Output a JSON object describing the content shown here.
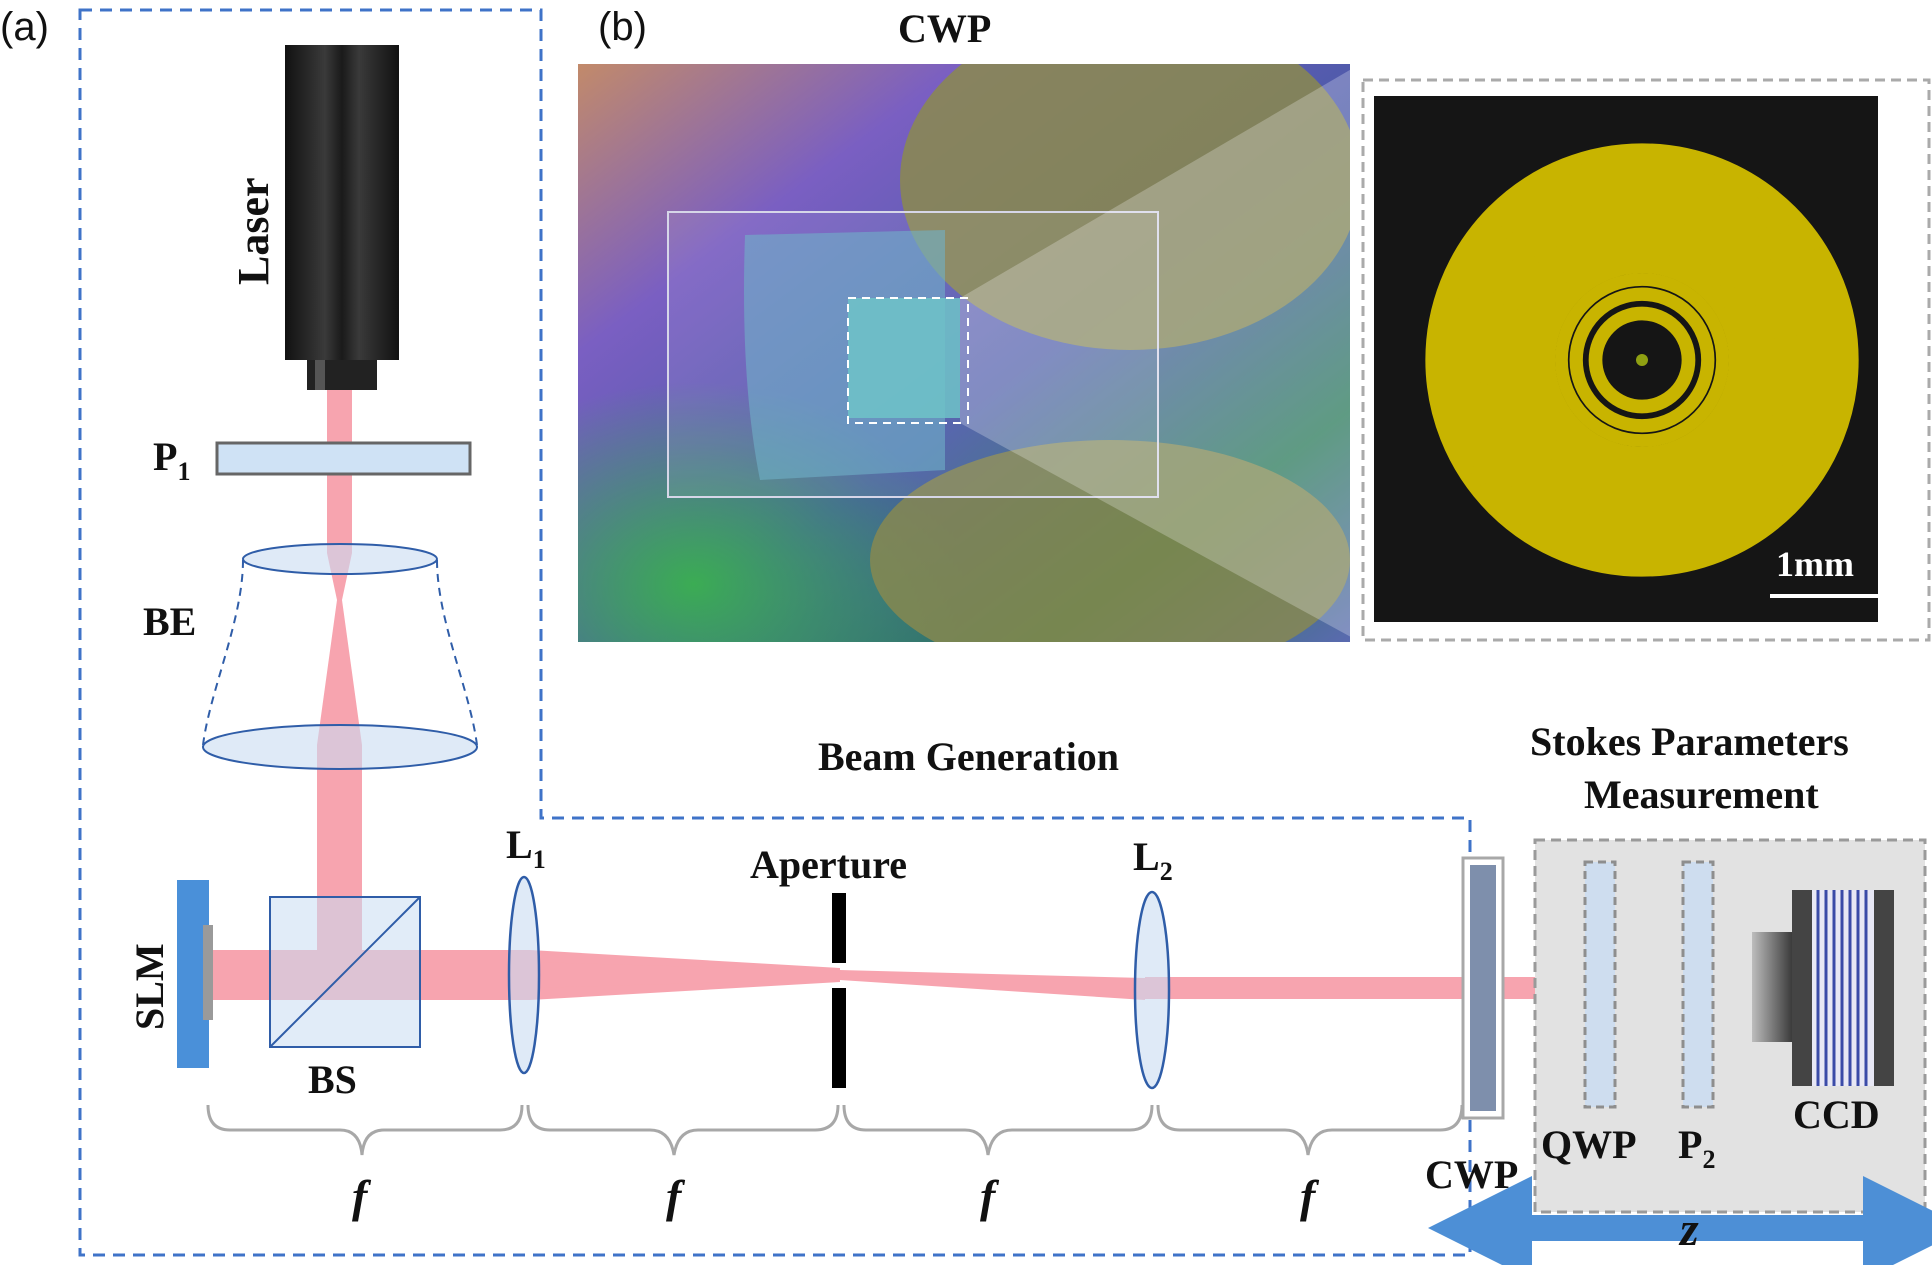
{
  "panels": {
    "a_label": "(a)",
    "b_label": "(b)"
  },
  "setup": {
    "laser": "Laser",
    "polarizer1": "P",
    "polarizer1_sub": "1",
    "beam_expander": "BE",
    "slm": "SLM",
    "beam_splitter": "BS",
    "lens1": "L",
    "lens1_sub": "1",
    "aperture": "Aperture",
    "lens2": "L",
    "lens2_sub": "2",
    "cwp": "CWP",
    "qwp": "QWP",
    "polarizer2": "P",
    "polarizer2_sub": "2",
    "ccd": "CCD",
    "focal_labels": [
      "f",
      "f",
      "f",
      "f"
    ],
    "propagation": "z",
    "beam_generation_title": "Beam Generation",
    "stokes_title_line1": "Stokes Parameters",
    "stokes_title_line2": "Measurement"
  },
  "photo": {
    "title": "CWP",
    "scale_bar": "1mm"
  },
  "colors": {
    "beam": "#f79aa6",
    "dashed_box": "#3f73c8",
    "slm_blue": "#4a90d9",
    "optic_fill": "#c9dcf2",
    "optic_stroke": "#2f5da8",
    "arrow_blue": "#4d8fd6",
    "stokes_bg": "#e2e2e2",
    "ring_yellow": "#c8b400",
    "ring_dark": "#151515"
  },
  "icons": [
    "laser-body-icon",
    "ccd-camera-icon",
    "aperture-icon",
    "bracket-icon"
  ]
}
